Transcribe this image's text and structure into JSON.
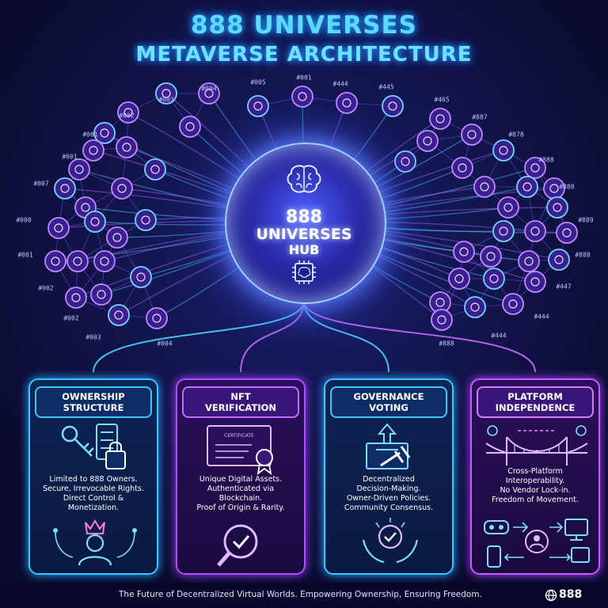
{
  "title": {
    "line1": "888 UNIVERSES",
    "line2": "METAVERSE ARCHITECTURE"
  },
  "hub": {
    "line1": "888",
    "line2": "UNIVERSES",
    "line3": "HUB",
    "icons": [
      "brain-icon",
      "chip-icon"
    ]
  },
  "nodes": {
    "left": [
      "#003",
      "#004",
      "#002",
      "#001",
      "#001",
      "#007",
      "#000",
      "#001",
      "#002",
      "#002",
      "#003",
      "#004"
    ],
    "top": [
      "#005",
      "#001",
      "#444",
      "#445"
    ],
    "right": [
      "#465",
      "#887",
      "#878",
      "#888",
      "#888",
      "#889",
      "#888",
      "#447",
      "#444",
      "#444",
      "#888"
    ]
  },
  "panels": [
    {
      "title": "OWNERSHIP\nSTRUCTURE",
      "description": "Limited to 888 Owners.\nSecure, Irrevocable Rights.\nDirect Control &\nMonetization.",
      "icons": [
        "key-icon",
        "lock-icon",
        "crowned-user-icon"
      ]
    },
    {
      "title": "NFT\nVERIFICATION",
      "description": "Unique Digital Assets.\nAuthenticated via\nBlockchain.\nProof of Origin & Rarity.",
      "certificate_label": "CERTIFICATE",
      "icons": [
        "certificate-icon",
        "magnifier-check-icon"
      ]
    },
    {
      "title": "GOVERNANCE\nVOTING",
      "description": "Decentralized\nDecision-Making.\nOwner-Driven Policies.\nCommunity Consensus.",
      "icons": [
        "ballot-box-icon",
        "gavel-icon",
        "hands-check-icon"
      ]
    },
    {
      "title": "PLATFORM\nINDEPENDENCE",
      "description": "Cross-Platform\nInteroperability.\nNo Vendor Lock-in.\nFreedom of Movement.",
      "icons": [
        "bridge-icon",
        "vr-headset-icon",
        "user-icon",
        "phone-icon",
        "monitor-icon"
      ]
    }
  ],
  "footer": {
    "text": "The Future of Decentralized Virtual Worlds. Empowering Ownership, Ensuring Freedom.",
    "logo": "888"
  },
  "colors": {
    "background": "#0a0b2e",
    "cyan": "#36c8ff",
    "purple": "#b24cff",
    "hub": "#3a4cff"
  }
}
